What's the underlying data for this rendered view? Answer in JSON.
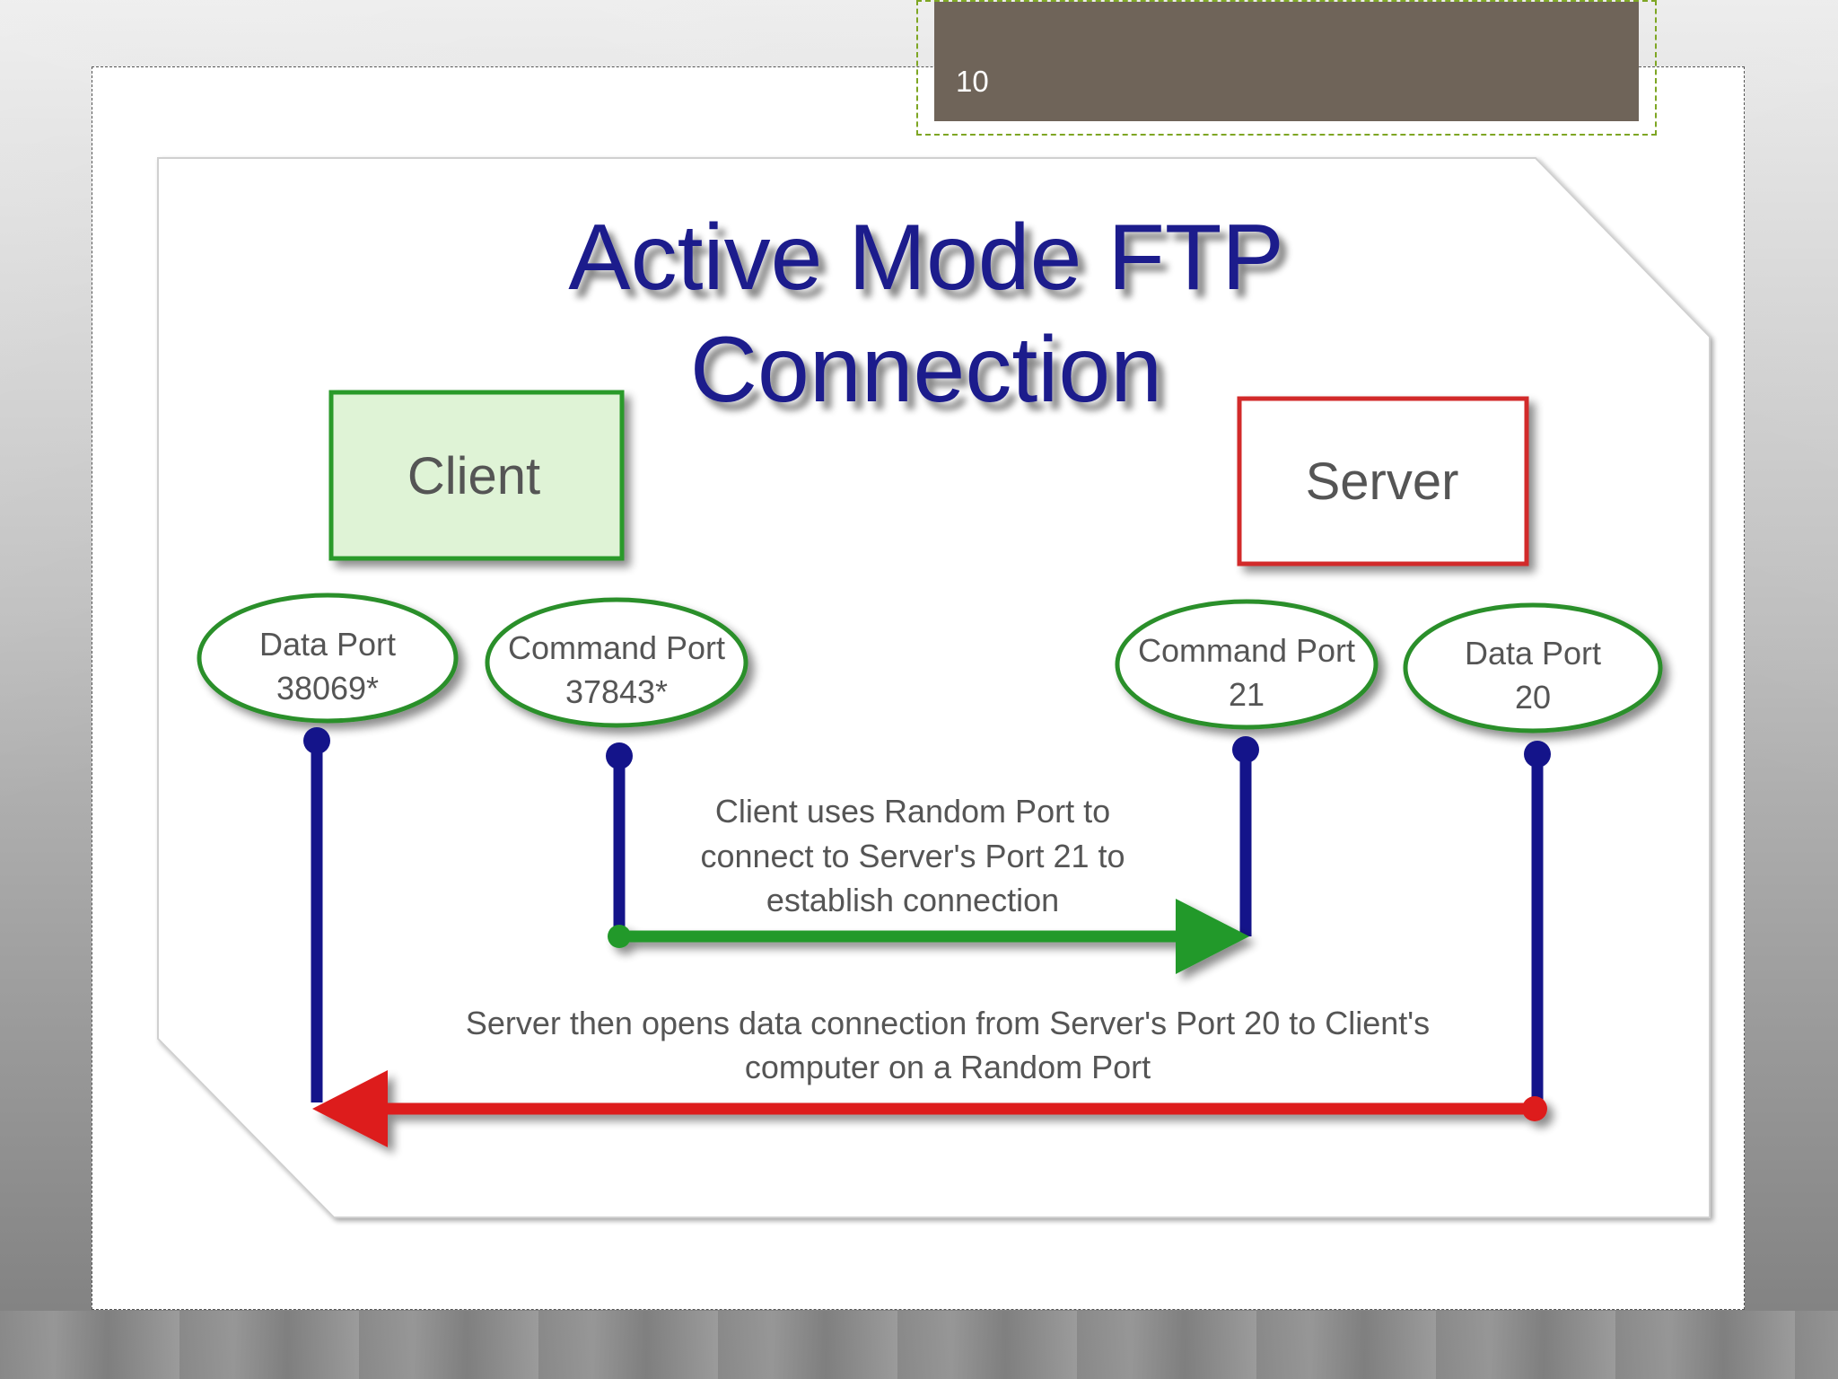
{
  "slide": {
    "page_number": "10"
  },
  "diagram": {
    "title_line1": "Active Mode FTP",
    "title_line2": "Connection",
    "client_label": "Client",
    "server_label": "Server",
    "ports": {
      "client_data_line1": "Data Port",
      "client_data_line2": "38069*",
      "client_cmd_line1": "Command Port",
      "client_cmd_line2": "37843*",
      "server_cmd_line1": "Command Port",
      "server_cmd_line2": "21",
      "server_data_line1": "Data Port",
      "server_data_line2": "20"
    },
    "step1_line1": "Client uses Random Port to",
    "step1_line2": "connect to Server's Port 21 to",
    "step1_line3": "establish connection",
    "step2_line1": "Server then opens data connection from Server's Port 20 to Client's",
    "step2_line2": "computer on a Random Port",
    "colors": {
      "title": "#1a1a8c",
      "client_border": "#2a9a2a",
      "client_fill": "#dff3d6",
      "server_border": "#d22b2b",
      "port_ellipse": "#2a8f2a",
      "connector": "#14148a",
      "arrow_green": "#22992a",
      "arrow_red": "#dd1c1c",
      "page_number_box": "#6f6459"
    }
  }
}
